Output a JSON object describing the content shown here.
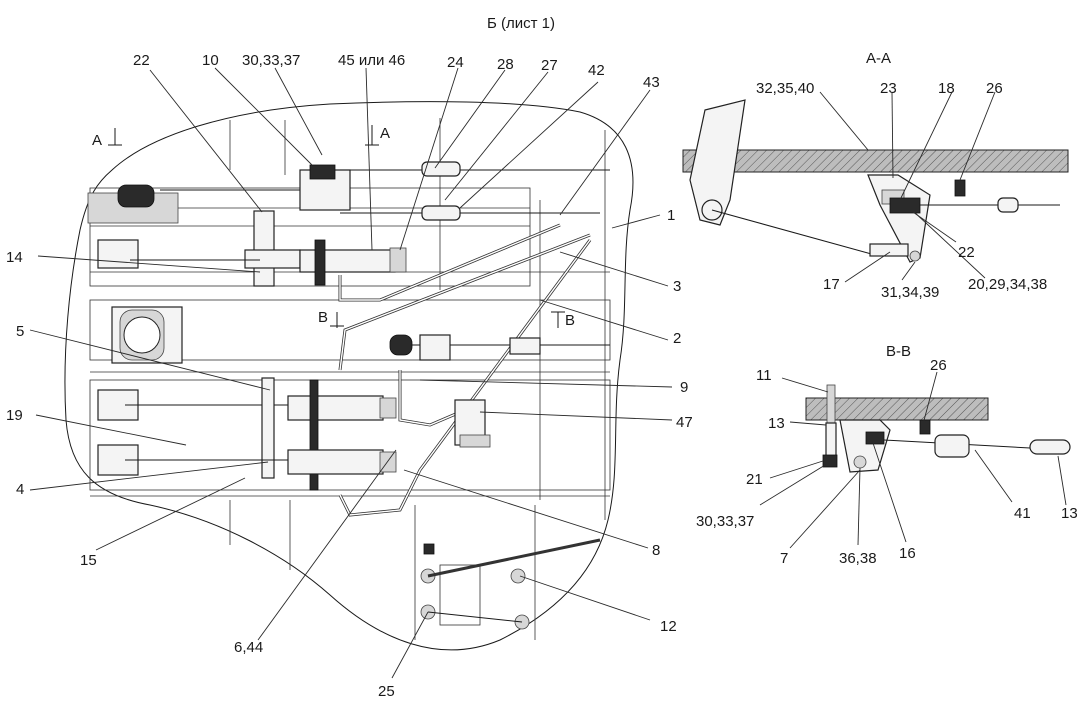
{
  "views": {
    "main_title": "Б (лист 1)",
    "section_aa": "А-А",
    "section_vv": "В-В"
  },
  "cut_marks": {
    "a_left": "А",
    "a_right": "А",
    "v_left": "В",
    "v_right": "В"
  },
  "callouts_main": {
    "c22": "22",
    "c10": "10",
    "c30_33_37": "30,33,37",
    "c45_46": "45 или 46",
    "c24": "24",
    "c28": "28",
    "c27": "27",
    "c42": "42",
    "c43": "43",
    "c1": "1",
    "c14": "14",
    "c3": "3",
    "c2": "2",
    "c5": "5",
    "c9": "9",
    "c47": "47",
    "c19": "19",
    "c4": "4",
    "c8": "8",
    "c15": "15",
    "c12": "12",
    "c6_44": "6,44",
    "c25": "25"
  },
  "callouts_aa": {
    "c32_35_40": "32,35,40",
    "c23": "23",
    "c18": "18",
    "c26": "26",
    "c22": "22",
    "c17": "17",
    "c31_34_39": "31,34,39",
    "c20_29_34_38": "20,29,34,38"
  },
  "callouts_vv": {
    "c11": "11",
    "c26": "26",
    "c13a": "13",
    "c21": "21",
    "c30_33_37": "30,33,37",
    "c41": "41",
    "c13b": "13",
    "c7": "7",
    "c36_38": "36,38",
    "c16": "16"
  }
}
